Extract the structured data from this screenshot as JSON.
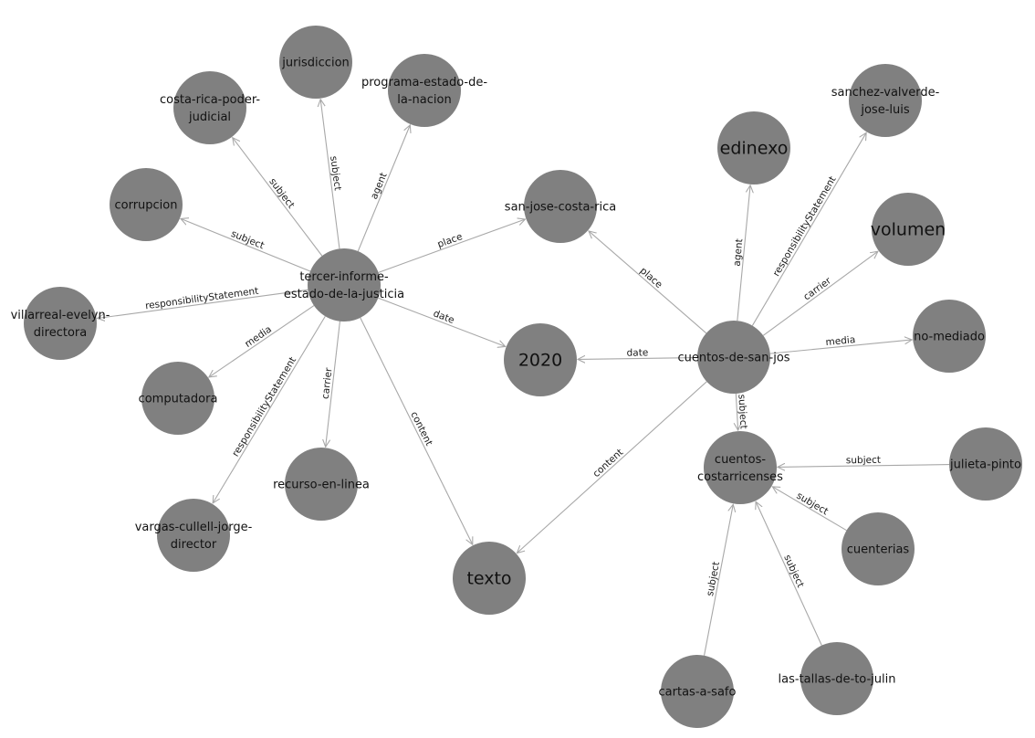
{
  "nodes": [
    {
      "id": "tercer",
      "lines": [
        "tercer-informe-",
        "estado-de-la-justicia"
      ],
      "large": false
    },
    {
      "id": "jurisdiccion",
      "lines": [
        "jurisdiccion"
      ],
      "large": false
    },
    {
      "id": "programa",
      "lines": [
        "programa-estado-de-",
        "la-nacion"
      ],
      "large": false
    },
    {
      "id": "costarica",
      "lines": [
        "costa-rica-poder-",
        "judicial"
      ],
      "large": false
    },
    {
      "id": "corrupcion",
      "lines": [
        "corrupcion"
      ],
      "large": false
    },
    {
      "id": "villarreal",
      "lines": [
        "villarreal-evelyn-",
        "directora"
      ],
      "large": false
    },
    {
      "id": "computadora",
      "lines": [
        "computadora"
      ],
      "large": false
    },
    {
      "id": "recurso",
      "lines": [
        "recurso-en-linea"
      ],
      "large": false
    },
    {
      "id": "vargas",
      "lines": [
        "vargas-cullell-jorge-",
        "director"
      ],
      "large": false
    },
    {
      "id": "texto",
      "lines": [
        "texto"
      ],
      "large": true
    },
    {
      "id": "y2020",
      "lines": [
        "2020"
      ],
      "large": true
    },
    {
      "id": "sanjose",
      "lines": [
        "san-jose-costa-rica"
      ],
      "large": false
    },
    {
      "id": "cuentos",
      "lines": [
        "cuentos-de-san-jos"
      ],
      "large": false
    },
    {
      "id": "edinexo",
      "lines": [
        "edinexo"
      ],
      "large": true
    },
    {
      "id": "sanchez",
      "lines": [
        "sanchez-valverde-",
        "jose-luis"
      ],
      "large": false
    },
    {
      "id": "volumen",
      "lines": [
        "volumen"
      ],
      "large": true
    },
    {
      "id": "nomediado",
      "lines": [
        "no-mediado"
      ],
      "large": false
    },
    {
      "id": "costarricenses",
      "lines": [
        "cuentos-",
        "costarricenses"
      ],
      "large": false
    },
    {
      "id": "julieta",
      "lines": [
        "julieta-pinto"
      ],
      "large": false
    },
    {
      "id": "cuenterias",
      "lines": [
        "cuenterias"
      ],
      "large": false
    },
    {
      "id": "tallas",
      "lines": [
        "las-tallas-de-to-julin"
      ],
      "large": false
    },
    {
      "id": "cartas",
      "lines": [
        "cartas-a-safo"
      ],
      "large": false
    }
  ],
  "edges": [
    {
      "from": "tercer",
      "to": "jurisdiccion",
      "label": "subject"
    },
    {
      "from": "tercer",
      "to": "programa",
      "label": "agent"
    },
    {
      "from": "tercer",
      "to": "costarica",
      "label": "subject"
    },
    {
      "from": "tercer",
      "to": "corrupcion",
      "label": "subject"
    },
    {
      "from": "tercer",
      "to": "villarreal",
      "label": "responsibilityStatement"
    },
    {
      "from": "tercer",
      "to": "computadora",
      "label": "media"
    },
    {
      "from": "tercer",
      "to": "vargas",
      "label": "responsibilityStatement"
    },
    {
      "from": "tercer",
      "to": "recurso",
      "label": "carrier"
    },
    {
      "from": "tercer",
      "to": "texto",
      "label": "content"
    },
    {
      "from": "tercer",
      "to": "y2020",
      "label": "date"
    },
    {
      "from": "tercer",
      "to": "sanjose",
      "label": "place"
    },
    {
      "from": "cuentos",
      "to": "sanjose",
      "label": "place"
    },
    {
      "from": "cuentos",
      "to": "edinexo",
      "label": "agent"
    },
    {
      "from": "cuentos",
      "to": "sanchez",
      "label": "responsibilityStatement"
    },
    {
      "from": "cuentos",
      "to": "volumen",
      "label": "carrier"
    },
    {
      "from": "cuentos",
      "to": "nomediado",
      "label": "media"
    },
    {
      "from": "cuentos",
      "to": "y2020",
      "label": "date"
    },
    {
      "from": "cuentos",
      "to": "costarricenses",
      "label": "subject"
    },
    {
      "from": "cuentos",
      "to": "texto",
      "label": "content"
    },
    {
      "from": "julieta",
      "to": "costarricenses",
      "label": "subject"
    },
    {
      "from": "cuenterias",
      "to": "costarricenses",
      "label": "subject"
    },
    {
      "from": "tallas",
      "to": "costarricenses",
      "label": "subject"
    },
    {
      "from": "cartas",
      "to": "costarricenses",
      "label": "subject"
    }
  ]
}
